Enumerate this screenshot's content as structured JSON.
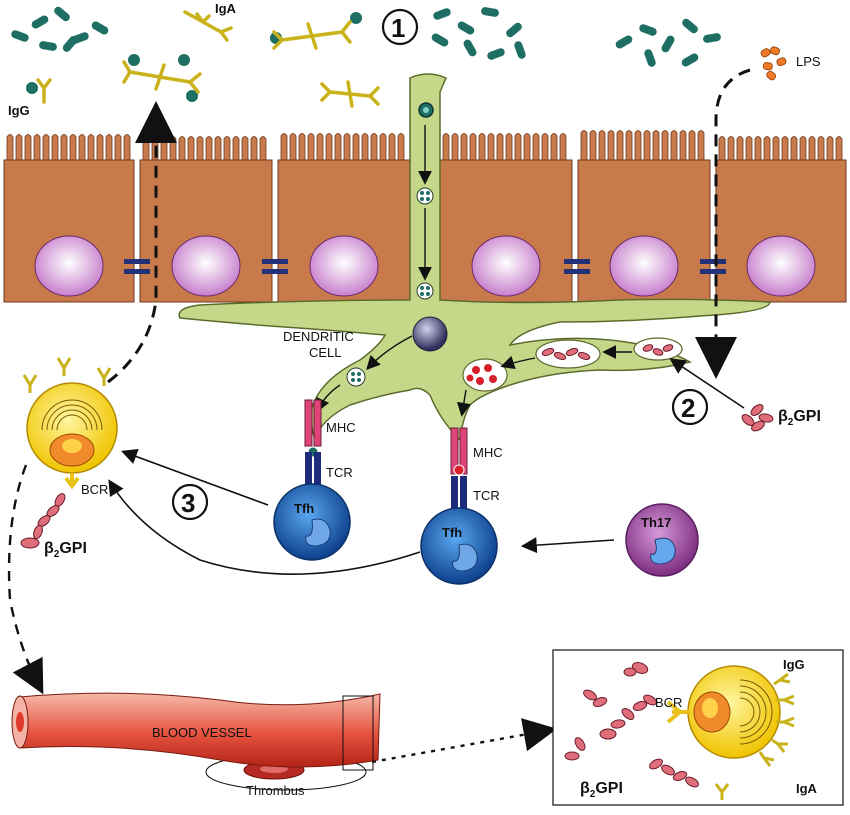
{
  "labels": {
    "igg_top": "IgG",
    "iga_top": "IgA",
    "lps": "LPS",
    "step1": "1",
    "step2": "2",
    "step3": "3",
    "dendritic_cell_line1": "DENDRITIC",
    "dendritic_cell_line2": "CELL",
    "mhc_left": "MHC",
    "tcr_left": "TCR",
    "mhc_right": "MHC",
    "tcr_right": "TCR",
    "tfh_left": "Tfh",
    "tfh_right": "Tfh",
    "th17": "Th17",
    "bcr_left": "BCR",
    "b2gpi_left_prefix": "β",
    "b2gpi_left_sub": "2",
    "b2gpi_left_suffix": "GPI",
    "b2gpi_right_prefix": "β",
    "b2gpi_right_sub": "2",
    "b2gpi_right_suffix": "GPI",
    "blood_vessel": "BLOOD VESSEL",
    "thrombus": "Thrombus",
    "inset_bcr": "BCR",
    "inset_igg": "IgG",
    "inset_iga": "IgA",
    "inset_b2gpi_prefix": "β",
    "inset_b2gpi_sub": "2",
    "inset_b2gpi_suffix": "GPI"
  },
  "colors": {
    "epithelium": "#c97a4a",
    "epithelium_stroke": "#6b3a1c",
    "nucleus": "#d49ad6",
    "dendritic": "#c5d88a",
    "tfh": "#1d5fb8",
    "th17": "#9a4a9a",
    "bcell": "#f3d11b",
    "vessel": "#e04a3a",
    "bacteria": "#1e6e63",
    "antibody": "#e8d63a",
    "b2gpi": "#e06d7a"
  }
}
